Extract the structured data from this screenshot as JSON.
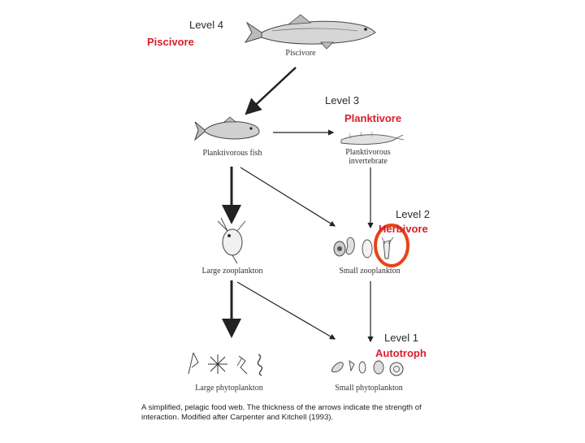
{
  "levels": [
    {
      "level": "Level 4",
      "role": "Piscivore"
    },
    {
      "level": "Level 3",
      "role": "Planktivore"
    },
    {
      "level": "Level 2",
      "role": "Herbivore"
    },
    {
      "level": "Level 1",
      "role": "Autotroph"
    }
  ],
  "organisms": {
    "piscivore": "Piscivore",
    "planktivorous_fish": "Planktivorous fish",
    "planktivorous_invertebrate": [
      "Planktivorous",
      "invertebrate"
    ],
    "large_zooplankton": "Large zooplankton",
    "small_zooplankton": "Small zooplankton",
    "large_phytoplankton": "Large phytoplankton",
    "small_phytoplankton": "Small phytoplankton"
  },
  "caption": [
    "A simplified, pelagic food web. The thickness of the arrows indicate the strength of",
    "interaction. Modified after Carpenter and Kitchell (1993)."
  ],
  "colors": {
    "role": "#d8202a",
    "highlight": "#e8431c",
    "arrow": "#222222"
  }
}
